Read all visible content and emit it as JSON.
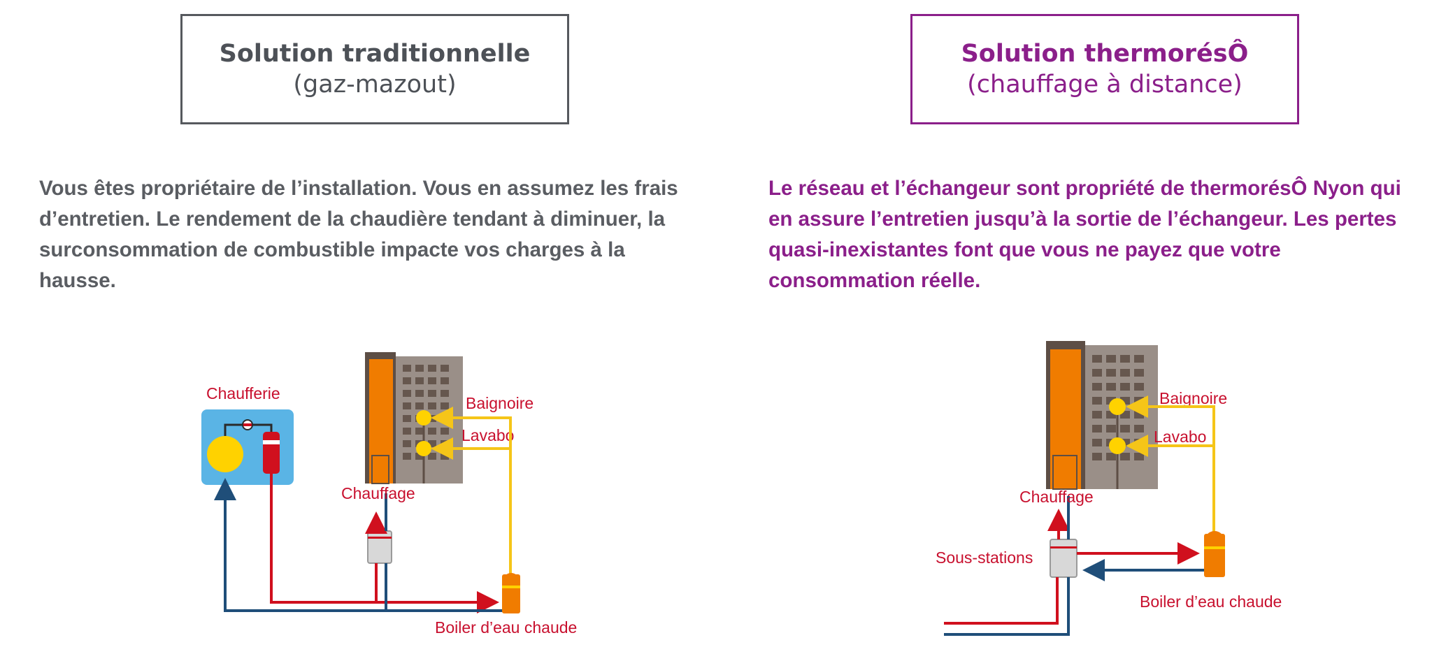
{
  "left": {
    "title": "Solution traditionnelle",
    "subtitle": "(gaz-mazout)",
    "paragraph": "Vous êtes propriétaire de l’installation. Vous en assumez les frais d’entretien. Le rendement de la chaudière tendant à diminuer, la surconsommation de combustible impacte vos charges à la hausse.",
    "diagram": {
      "chaufferie": "Chaufferie",
      "baignoire": "Baignoire",
      "lavabo": "Lavabo",
      "chauffage": "Chauffage",
      "boiler": "Boiler d’eau chaude"
    }
  },
  "right": {
    "title": "Solution thermorésÔ",
    "subtitle": "(chauffage à distance)",
    "paragraph": "Le réseau et l’échangeur sont propriété de thermorésÔ Nyon qui en assure l’entretien jusqu’à la sortie de l’échangeur. Les pertes quasi-inexistantes font que vous ne payez que votre consommation réelle.",
    "diagram": {
      "baignoire": "Baignoire",
      "lavabo": "Lavabo",
      "chauffage": "Chauffage",
      "sous_stations": "Sous-stations",
      "boiler": "Boiler d’eau chaude"
    }
  },
  "colors": {
    "grey_text": "#4d5157",
    "purple": "#8b1f8a",
    "red_pipe": "#d0101e",
    "blue_pipe": "#1f4e79",
    "yellow_pipe": "#f5c518",
    "orange": "#f07c00",
    "chaufferie_bg": "#5ab4e5"
  }
}
